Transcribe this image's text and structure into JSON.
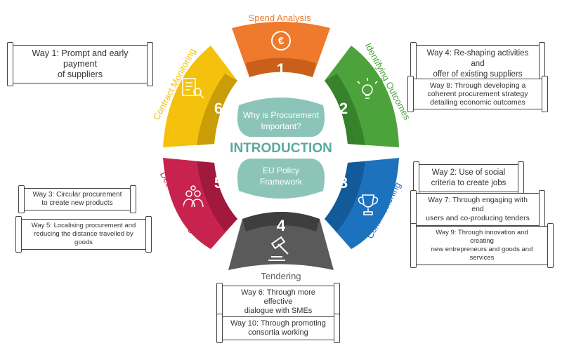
{
  "center": {
    "title": "INTRODUCTION",
    "top_bubble": [
      "Why is Procurement",
      "Important?"
    ],
    "bottom_bubble": [
      "EU Policy",
      "Framework"
    ]
  },
  "segments": [
    {
      "number": "1",
      "label": "Spend Analysis",
      "icon": "euro-icon",
      "color": "#F07A2C"
    },
    {
      "number": "2",
      "label": "Identifying Outcomes",
      "icon": "lightbulb-icon",
      "color": "#4DA33B"
    },
    {
      "number": "3",
      "label": "Commissioning",
      "icon": "trophy-icon",
      "color": "#1C72BD"
    },
    {
      "number": "4",
      "label": "Tendering",
      "icon": "gavel-icon",
      "color": "#5A5A5A"
    },
    {
      "number": "5",
      "label": "Decision-Making",
      "icon": "people-icon",
      "color": "#C8234F"
    },
    {
      "number": "6",
      "label": "Contract Monitoring",
      "icon": "document-search-icon",
      "color": "#F4C20D"
    }
  ],
  "ways": {
    "way1": [
      "Way 1: Prompt and early payment",
      "of suppliers"
    ],
    "way2": [
      "Way 2: Use of social",
      "criteria to create jobs"
    ],
    "way3": [
      "Way 3: Circular procurement",
      "to create new products"
    ],
    "way4": [
      "Way 4: Re-shaping activities and",
      "offer of existing suppliers"
    ],
    "way5": [
      "Way 5: Localising procurement and",
      "reducing the distance travelled by goods"
    ],
    "way6": [
      "Way 6: Through more effective",
      "dialogue with SMEs"
    ],
    "way7": [
      "Way 7: Through engaging with end",
      "users and co-producing tenders"
    ],
    "way8": [
      "Way 8: Through developing a",
      "coherent procurement strategy",
      "detailing economic outcomes"
    ],
    "way9": [
      "Way 9: Through innovation and creating",
      "new entrepreneurs and goods and services"
    ],
    "way10": [
      "Way 10: Through promoting",
      "consortia working"
    ]
  },
  "colors": {
    "teal": "#8CC4BA",
    "title": "#5BA89C"
  }
}
